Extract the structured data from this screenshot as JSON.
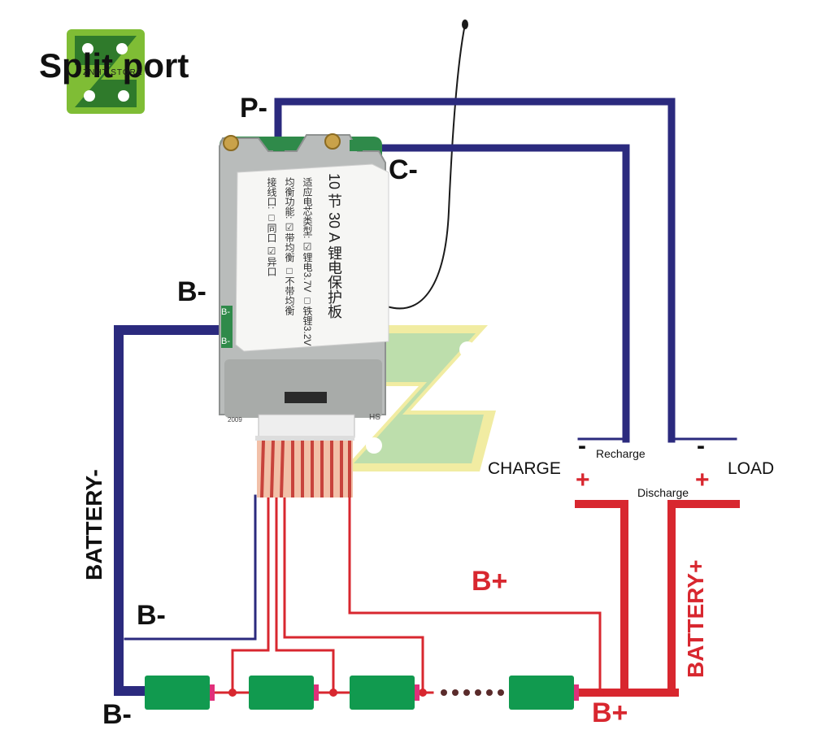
{
  "title": "Split port",
  "watermark_text": "ZNHT STORE",
  "labels": {
    "p_minus": "P-",
    "c_minus": "C-",
    "b_minus_top": "B-",
    "battery_minus": "BATTERY-",
    "b_minus_mid": "B-",
    "b_minus_bottom": "B-",
    "b_plus_mid": "B+",
    "b_plus_bottom": "B+",
    "battery_plus": "BATTERY+",
    "charge": "CHARGE",
    "load": "LOAD",
    "recharge": "Recharge",
    "discharge": "Discharge",
    "minus_sign": "-",
    "plus_sign": "+"
  },
  "board": {
    "line1": "10 节 30 A 锂电保护板",
    "line2": "适应电芯类型: ☑锂电3.7V □铁锂3.2V",
    "line3": "均衡功能: ☑带均衡 □不带均衡",
    "line4": "接线口: □同口 ☑异口",
    "pad_b1": "B-",
    "pad_b2": "B-",
    "pcb_code": "2009",
    "pcb_mark": "HS"
  },
  "colors": {
    "negative_wire": "#2b2a7e",
    "positive_wire": "#d8272f",
    "cell_body": "#119a4f",
    "cell_terminal": "#e0307a",
    "watermark_green": "#88c46a",
    "watermark_yellow": "#e7de57"
  }
}
